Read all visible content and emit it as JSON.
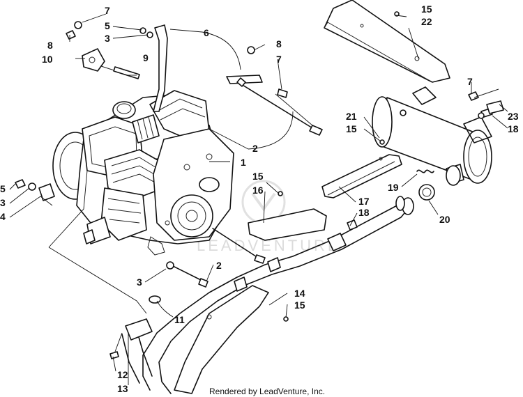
{
  "watermark_text": "LEADVENTURE",
  "credit": "Rendered by LeadVenture, Inc.",
  "callouts": [
    "7",
    "5",
    "3",
    "8",
    "10",
    "9",
    "6",
    "8",
    "7",
    "15",
    "22",
    "2",
    "1",
    "15",
    "16",
    "5",
    "3",
    "4",
    "2",
    "3",
    "11",
    "12",
    "13",
    "14",
    "15",
    "17",
    "18",
    "21",
    "15",
    "19",
    "20",
    "7",
    "23",
    "18"
  ]
}
